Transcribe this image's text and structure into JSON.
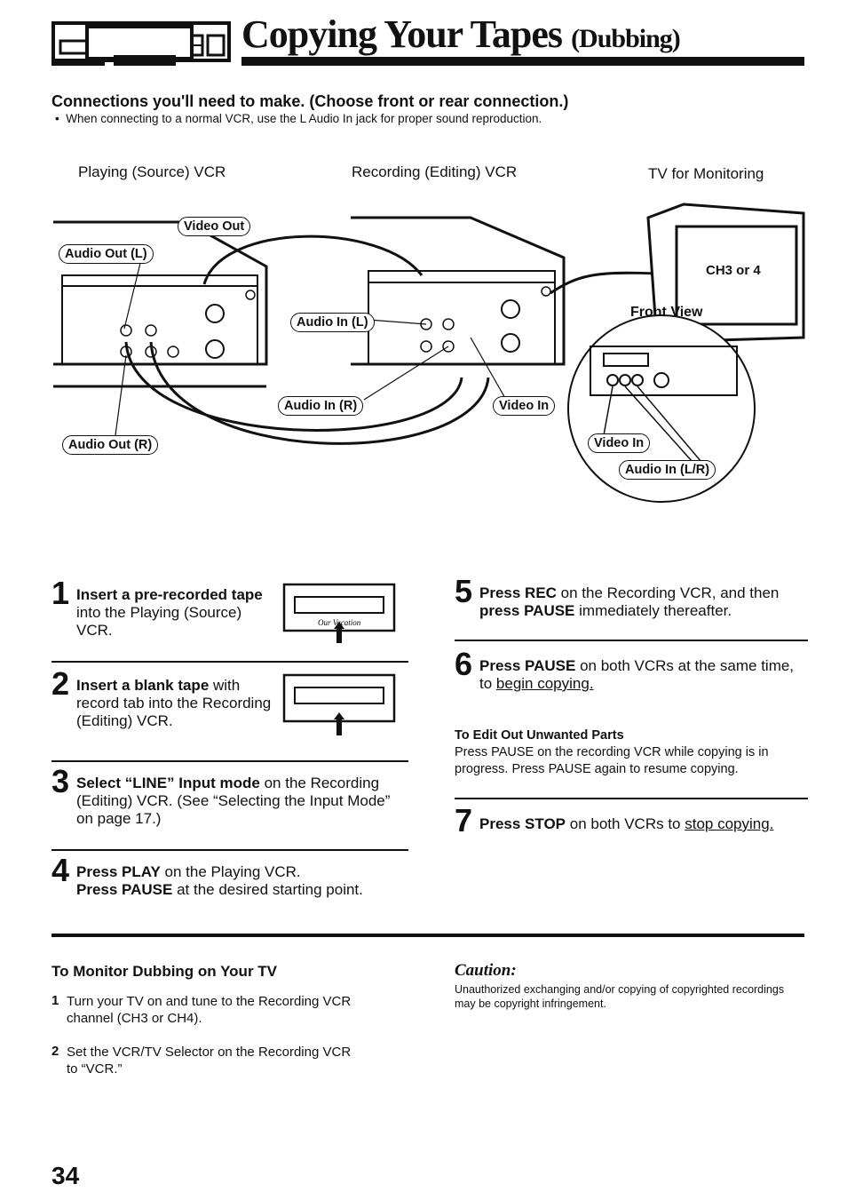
{
  "header": {
    "title_main": "Copying Your Tapes",
    "title_sub": "(Dubbing)"
  },
  "connections": {
    "heading": "Connections you'll need to make. (Choose front or rear connection.)",
    "note": "When connecting to a normal VCR, use the L Audio In jack for proper sound reproduction."
  },
  "diagram": {
    "labels": {
      "source_vcr": "Playing (Source) VCR",
      "recording_vcr": "Recording (Editing) VCR",
      "tv": "TV for Monitoring",
      "tv_screen": "CH3 or 4",
      "front_view": "Front View"
    },
    "callouts": {
      "video_out": "Video Out",
      "audio_out_l": "Audio Out (L)",
      "audio_in_l": "Audio In (L)",
      "audio_in_r": "Audio In (R)",
      "video_in": "Video In",
      "audio_out_r": "Audio Out (R)",
      "front_video_in": "Video In",
      "front_audio_in": "Audio In (L/R)"
    }
  },
  "steps": {
    "s1": {
      "num": "1",
      "bold": "Insert a pre-recorded tape",
      "rest": " into the Playing (Source) VCR."
    },
    "s2": {
      "num": "2",
      "bold": "Insert a blank tape",
      "rest": " with record tab into the Recording (Editing) VCR."
    },
    "s3": {
      "num": "3",
      "bold": "Select “LINE” Input mode",
      "rest": " on the Recording (Editing) VCR. (See “Selecting the Input Mode” on page 17.)"
    },
    "s4": {
      "num": "4",
      "bold1": "Press PLAY",
      "rest1": " on the Playing VCR.",
      "bold2": "Press PAUSE",
      "rest2": " at the desired starting point."
    },
    "s5": {
      "num": "5",
      "bold1": "Press REC",
      "rest1": " on the Recording VCR, and then ",
      "bold2": "press PAUSE",
      "rest2": " immediately thereafter."
    },
    "s6": {
      "num": "6",
      "bold": "Press PAUSE",
      "rest": " on both VCRs at the same time, to ",
      "underlined": "begin copying."
    },
    "s7": {
      "num": "7",
      "bold": "Press STOP",
      "rest": " on both VCRs to ",
      "underlined": "stop copying."
    }
  },
  "edit": {
    "heading": "To Edit Out Unwanted Parts",
    "body": "Press PAUSE on the recording VCR while copying is in progress. Press PAUSE again to resume copying."
  },
  "monitor": {
    "heading": "To Monitor Dubbing on Your TV",
    "item1_num": "1",
    "item1": "Turn your TV on and tune to the Recording VCR channel (CH3 or CH4).",
    "item2_num": "2",
    "item2": "Set the VCR/TV Selector on the Recording VCR to “VCR.”"
  },
  "caution": {
    "heading": "Caution:",
    "body": "Unauthorized exchanging and/or copying of copyrighted recordings may be copyright infringement."
  },
  "tape_label": "Our Vacation",
  "page_number": "34"
}
